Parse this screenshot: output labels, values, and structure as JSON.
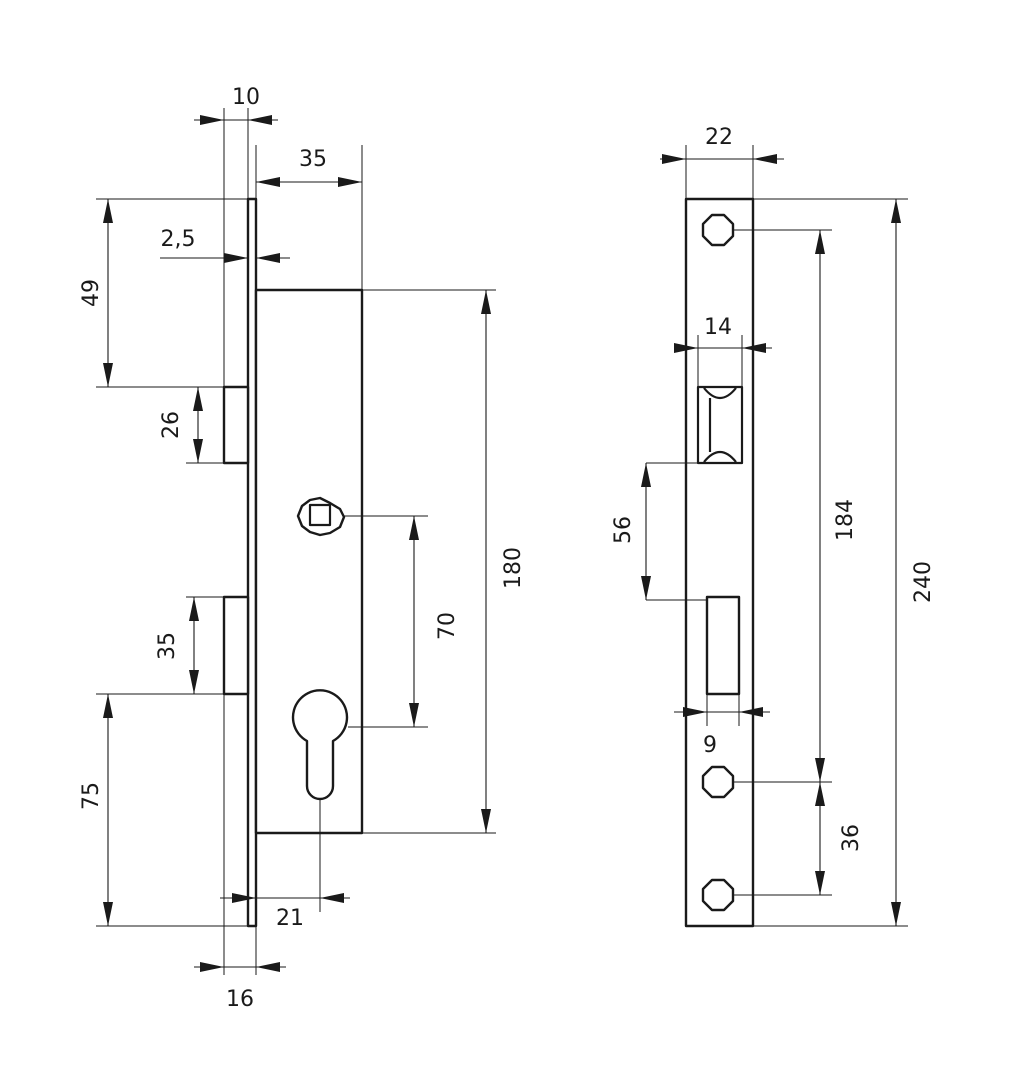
{
  "drawing": {
    "side_view": {
      "dimensions": {
        "d10": "10",
        "d35_depth": "35",
        "d2_5": "2,5",
        "d49": "49",
        "d26": "26",
        "d35_bolt": "35",
        "d75": "75",
        "d180": "180",
        "d70": "70",
        "d21": "21",
        "d16": "16"
      }
    },
    "front_view": {
      "dimensions": {
        "d22": "22",
        "d14": "14",
        "d56": "56",
        "d184": "184",
        "d240": "240",
        "d9": "9",
        "d36": "36"
      }
    }
  }
}
